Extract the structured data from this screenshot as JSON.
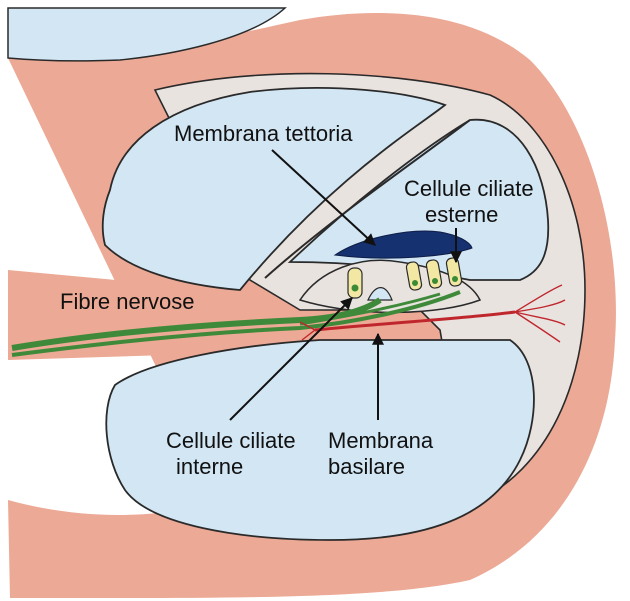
{
  "labels": {
    "membrana_tettoria": "Membrana tettoria",
    "cellule_esterne_line1": "Cellule ciliate",
    "cellule_esterne_line2": "esterne",
    "fibre_nervose": "Fibre nervose",
    "cellule_interne_line1": "Cellule ciliate",
    "cellule_interne_line2": "interne",
    "membrana_basilare_line1": "Membrana",
    "membrana_basilare_line2": "basilare"
  },
  "colors": {
    "tissue": "#eca995",
    "fluid": "#d2e6f4",
    "membrane": "#e9e3e0",
    "tectorial": "#16316f",
    "nerve": "#3f8a3a",
    "basilar": "#c0272d",
    "hair_cell": "#f2e8a4",
    "nucleus": "#3b8a35",
    "outline": "#2a2a2a"
  }
}
